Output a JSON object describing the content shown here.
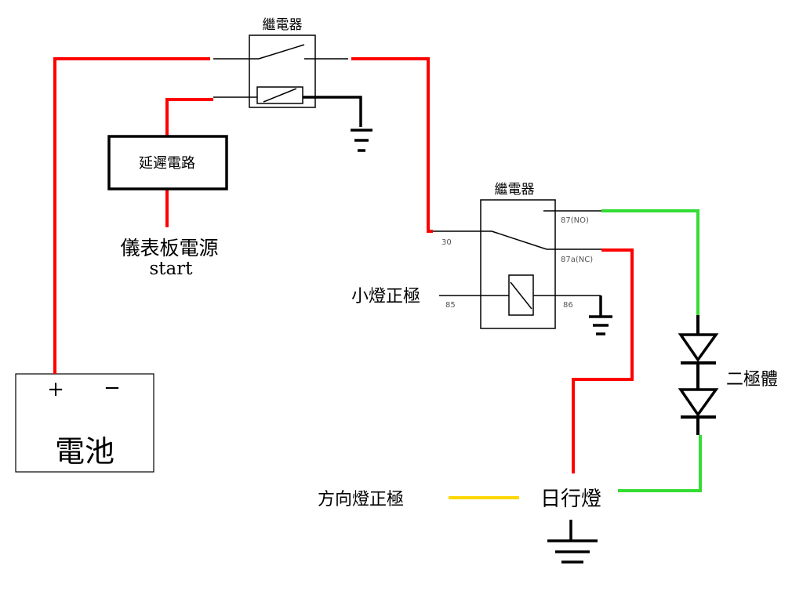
{
  "labels": {
    "relay_top_title": "繼電器",
    "relay_mid_title": "繼電器",
    "delay_circuit": "延遲電路",
    "dash_power_line1": "儀表板電源",
    "dash_power_line2": "start",
    "small_light_positive": "小燈正極",
    "diode": "二極體",
    "battery": "電池",
    "battery_plus": "+",
    "battery_minus": "−",
    "turn_signal_positive": "方向燈正極",
    "drl": "日行燈",
    "pin_30": "30",
    "pin_87": "87(NO)",
    "pin_87a": "87a(NC)",
    "pin_85": "85",
    "pin_86": "86"
  },
  "colors": {
    "red_wire": "#ff0000",
    "green_wire": "#33dd33",
    "yellow_wire": "#ffd700",
    "black_wire": "#000000"
  }
}
